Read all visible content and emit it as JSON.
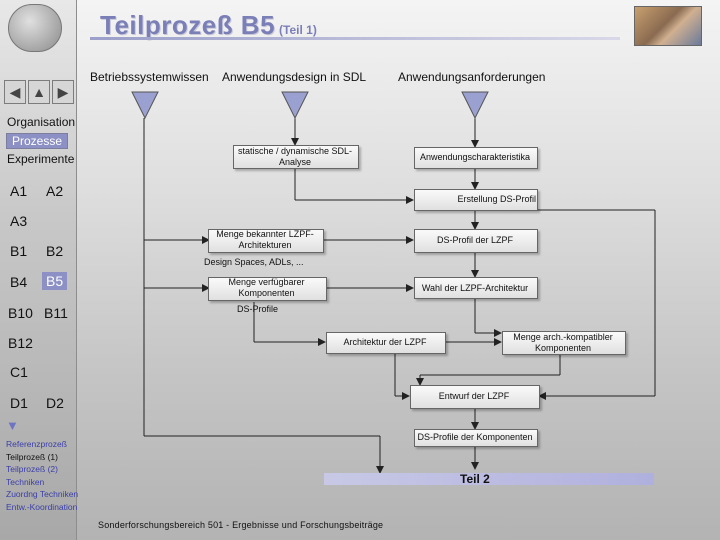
{
  "header": {
    "title": "Teilprozeß B5",
    "subtitle": "(Teil 1)"
  },
  "sidebar": {
    "nav_icons": [
      "arrow-left-icon",
      "arrow-up-icon",
      "arrow-right-icon"
    ],
    "sections": [
      "Organisation",
      "Prozesse",
      "Experimente"
    ],
    "selected_section": "Prozesse",
    "codes": [
      "A1",
      "A2",
      "A3",
      "B1",
      "B2",
      "B4",
      "B5",
      "B10",
      "B11",
      "B12",
      "C1",
      "D1",
      "D2"
    ],
    "legend": [
      "Referenzprozeß",
      "Teilprozeß (1)",
      "Teilprozeß (2)",
      "Techniken",
      "Zuordng Techniken",
      "Entw.-Koordination"
    ]
  },
  "diagram": {
    "columns": [
      "Betriebssystemwissen",
      "Anwendungsdesign in SDL",
      "Anwendungsanforderungen"
    ],
    "nodes": {
      "analysis": "statische / dynamische SDL-Analyse",
      "characteristics": "Anwendungscharakteristika",
      "profile_creation": "Erstellung DS-Profil",
      "known_arch": "Menge bekannter LZPF-Architekturen",
      "design_spaces": "Design Spaces, ADLs, ...",
      "ds_profile_lzpf": "DS-Profil der LZPF",
      "available_arch": "Menge verfügbarer Komponenten",
      "ds_profiles": "DS-Profile",
      "choice_arch": "Wahl der LZPF-Architektur",
      "arch_lzpf": "Architektur der LZPF",
      "compatible_components": "Menge arch.-kompatibler Komponenten",
      "design_lzpf": "Entwurf der LZPF",
      "component_profiles": "DS-Profile der Komponenten",
      "teil2": "Teil 2"
    }
  },
  "footer": "Sonderforschungsbereich 501 - Ergebnisse und Forschungsbeiträge",
  "colors": {
    "accent": "#7b7fb7",
    "selected": "#8c90c4",
    "triangle": "#9aa0d0"
  }
}
